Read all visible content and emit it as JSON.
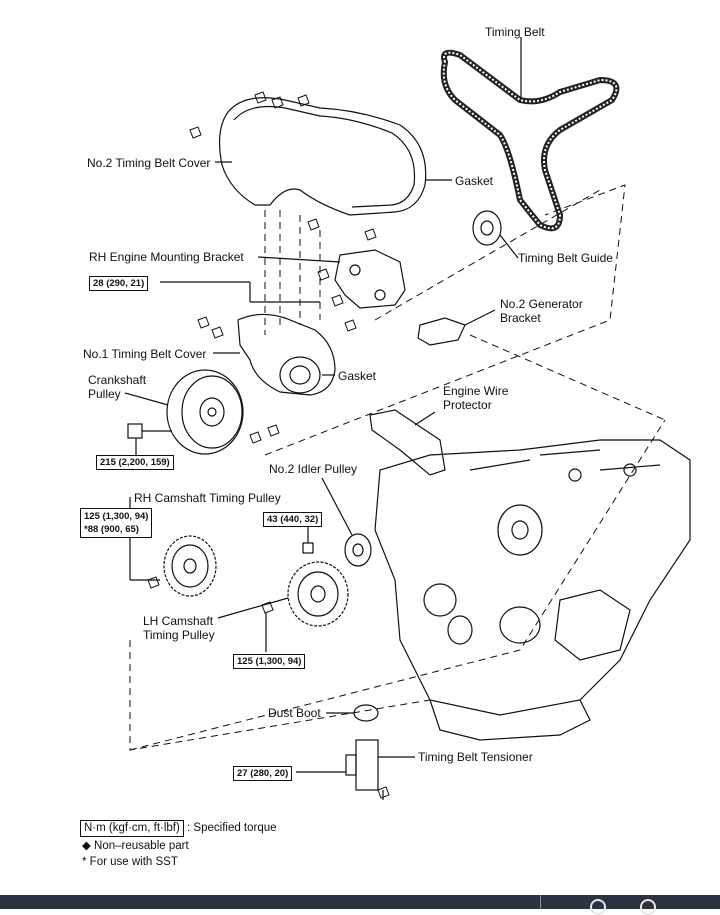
{
  "labels": {
    "timing_belt": "Timing Belt",
    "no2_timing_belt_cover": "No.2 Timing Belt Cover",
    "gasket_top": "Gasket",
    "timing_belt_guide": "Timing Belt Guide",
    "rh_engine_mounting_bracket": "RH Engine Mounting Bracket",
    "no2_generator_bracket": "No.2 Generator\nBracket",
    "no1_timing_belt_cover": "No.1 Timing Belt Cover",
    "crankshaft_pulley": "Crankshaft\nPulley",
    "gasket_lower": "Gasket",
    "engine_wire_protector": "Engine Wire\nProtector",
    "no2_idler_pulley": "No.2 Idler Pulley",
    "rh_camshaft_timing_pulley": "RH Camshaft Timing Pulley",
    "lh_camshaft_timing_pulley": "LH Camshaft\nTiming Pulley",
    "dust_boot": "Dust Boot",
    "timing_belt_tensioner": "Timing Belt Tensioner"
  },
  "torques": {
    "bracket": "28 (290, 21)",
    "crankshaft": "215 (2,200, 159)",
    "rh_camshaft": "125 (1,300, 94)\n*88 (900, 65)",
    "idler": "43 (440, 32)",
    "lh_camshaft": "125 (1,300, 94)",
    "tensioner": "27 (280, 20)"
  },
  "legend": {
    "unit_box": "N·m (kgf·cm, ft·lbf)",
    "unit_text": ": Specified torque",
    "nonreusable": "◆ Non–reusable part",
    "sst": "* For use with SST"
  },
  "colors": {
    "line": "#111111",
    "bottom_bar": "#2b3240"
  }
}
